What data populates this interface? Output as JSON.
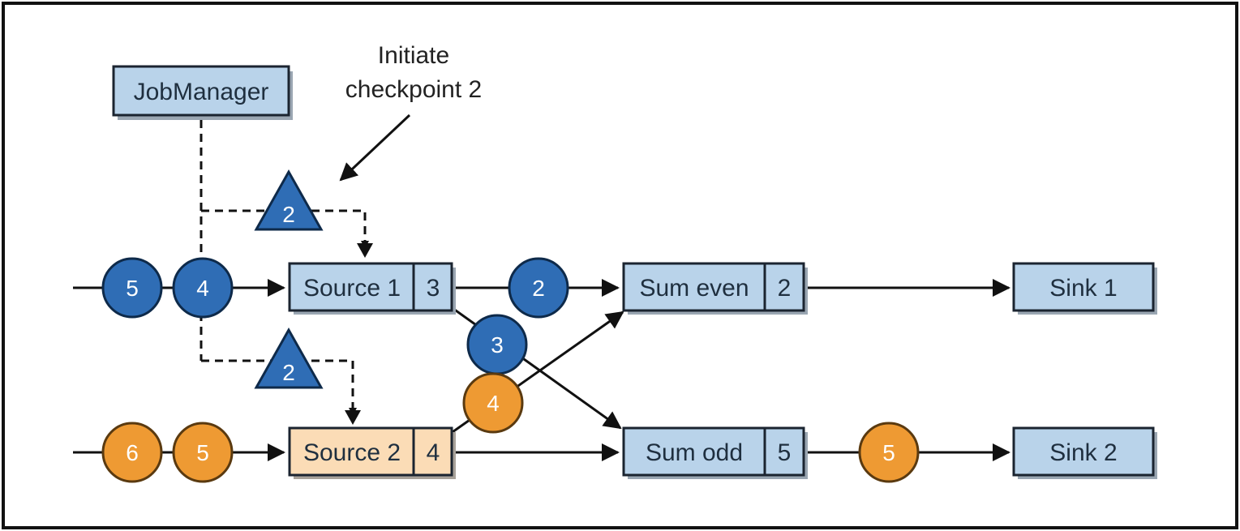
{
  "annotation": {
    "line1": "Initiate",
    "line2": "checkpoint 2"
  },
  "job_manager": {
    "label": "JobManager"
  },
  "operators": {
    "source1": {
      "label": "Source 1",
      "state": "3"
    },
    "source2": {
      "label": "Source 2",
      "state": "4"
    },
    "sum_even": {
      "label": "Sum even",
      "state": "2"
    },
    "sum_odd": {
      "label": "Sum odd",
      "state": "5"
    },
    "sink1": {
      "label": "Sink 1"
    },
    "sink2": {
      "label": "Sink 2"
    }
  },
  "barriers": {
    "to_source1": "2",
    "to_source2": "2"
  },
  "records": {
    "src1_in_a": "5",
    "src1_in_b": "4",
    "src1_to_even": "2",
    "src1_to_odd": "3",
    "src2_in_a": "6",
    "src2_in_b": "5",
    "src2_to_even": "4",
    "odd_to_sink2": "5"
  },
  "colors": {
    "stream1_record": "#2f6db5",
    "stream2_record": "#ee9a33",
    "operator_fill": "#b9d3ea",
    "source2_fill": "#fbdcb6"
  }
}
